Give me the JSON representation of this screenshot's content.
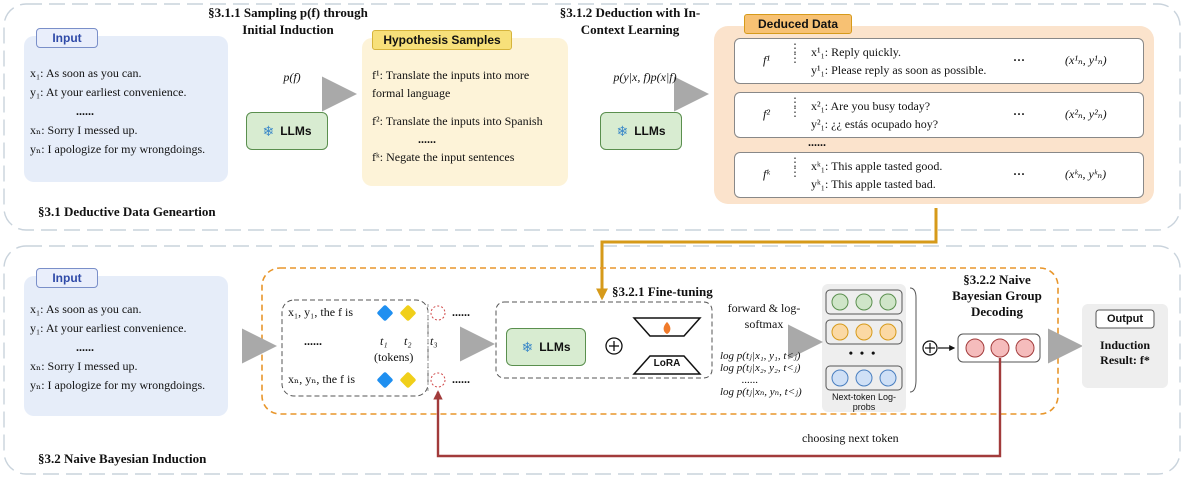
{
  "section_31": {
    "title": "§3.1 Deductive Data Geneartion",
    "input_label": "Input",
    "input_lines": [
      "x₁: As soon as you can.",
      "y₁: At your earliest convenience.",
      "......",
      "xₙ: Sorry I messed up.",
      "yₙ: I apologize for my wrongdoings."
    ],
    "step_311_title": "§3.1.1 Sampling p(f) through Initial Induction",
    "step_311_arrow": "p(f)",
    "llms_label": "LLMs",
    "hypothesis_title": "Hypothesis Samples",
    "hypotheses": [
      "f¹: Translate the inputs into more formal language",
      "f²: Translate the inputs into Spanish",
      "......",
      "fᵏ: Negate the input sentences"
    ],
    "step_312_title": "§3.1.2 Deduction with In-Context Learning",
    "step_312_arrow": "p(y|x, f)p(x|f)",
    "deduced_title": "Deduced Data",
    "deduced_rows": [
      {
        "f": "f¹",
        "x": "x¹₁: Reply quickly.",
        "y": "y¹₁: Please reply as soon as possible.",
        "dots": "···",
        "pair": "(x¹ₙ, y¹ₙ)"
      },
      {
        "f": "f²",
        "x": "x²₁: Are you busy today?",
        "y": "y²₁: ¿¿ estás ocupado hoy?",
        "dots": "···",
        "pair": "(x²ₙ, y²ₙ)"
      },
      {
        "f": "fᵏ",
        "x": "xᵏ₁: This apple tasted good.",
        "y": "yᵏ₁: This apple tasted bad.",
        "dots": "···",
        "pair": "(xᵏₙ, yᵏₙ)"
      }
    ],
    "deduced_ellipsis": "......"
  },
  "section_32": {
    "title": "§3.2 Naive Bayesian Induction",
    "input_label": "Input",
    "input_lines": [
      "x₁: As soon as you can.",
      "y₁: At your earliest convenience.",
      "......",
      "xₙ: Sorry I messed up.",
      "yₙ: I apologize for my wrongdoings."
    ],
    "prompt_row1": "x₁, y₁, the f is",
    "prompt_row_mid": "......",
    "prompt_row_n": "xₙ, yₙ, the f is",
    "token_t1": "t₁",
    "token_t2": "t₂",
    "token_t3": "t₃",
    "tokens_label": "(tokens)",
    "token_dots": "......",
    "finetune_title": "§3.2.1 Fine-tuning",
    "llms_label": "LLMs",
    "plus": "⊕",
    "lora_label": "LoRA",
    "forward_label": "forward & log-softmax",
    "logp_lines": [
      "log p(tⱼ|x₁, y₁, t<ⱼ)",
      "log p(tⱼ|x₂, y₂, t<ⱼ)",
      "......",
      "log p(tⱼ|xₙ, yₙ, t<ⱼ)"
    ],
    "next_token_label": "Next-token Log-probs",
    "group_decoding_title": "§3.2.2 Naive Bayesian Group Decoding",
    "output_label": "Output",
    "result_label": "Induction Result: f*",
    "choosing_label": "choosing next token",
    "vertical_dots": "• • •"
  },
  "colors": {
    "input_bg": "#e6edf9",
    "hypothesis_bg": "#fdf3d8",
    "deduced_bg": "#fbe3cc",
    "llm_bg": "#d8ecd1",
    "orange_line": "#d69a1a",
    "dark_red_line": "#a23b3b",
    "circle_green": "#cfe5c8",
    "circle_orange": "#fbd9a4",
    "circle_blue": "#cfe0f6",
    "circle_red": "#f5bcbc",
    "token_blue": "#1f8ff0",
    "token_yellow": "#f0cf1a"
  }
}
